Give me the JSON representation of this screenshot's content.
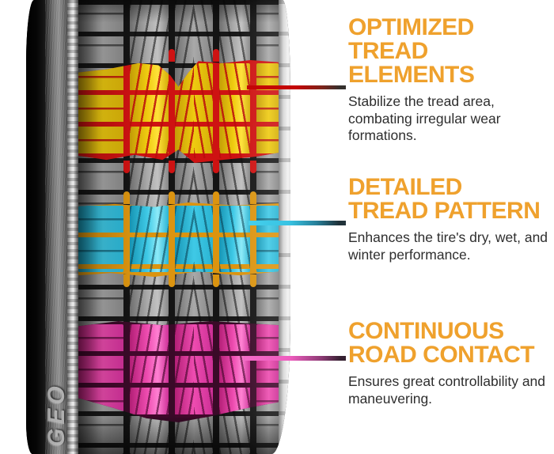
{
  "sections": [
    {
      "heading_lines": [
        "OPTIMIZED",
        "TREAD",
        "ELEMENTS"
      ],
      "body": "Stabilize the tread area, combating irregular wear formations.",
      "pointer_color": "#c40505"
    },
    {
      "heading_lines": [
        "DETAILED",
        "TREAD PATTERN"
      ],
      "body": "Enhances the tire's dry, wet, and winter performance.",
      "pointer_color": "#3fc9e6"
    },
    {
      "heading_lines": [
        "CONTINUOUS",
        "ROAD CONTACT"
      ],
      "body": "Ensures great controllability and maneuvering.",
      "pointer_color": "#ee5cbe"
    }
  ],
  "tire": {
    "sidewall_text": "GEO"
  },
  "colors": {
    "background": "#ffffff",
    "accent": "#efa12d",
    "body_text": "#2e2e2e",
    "highlight_yellow": "#efcb10",
    "highlight_red": "#ce1212",
    "highlight_cyan": "#3fc9e6",
    "highlight_orange": "#db9410",
    "highlight_magenta": "#ee4cb0"
  }
}
